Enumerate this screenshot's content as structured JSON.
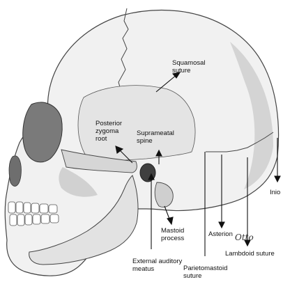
{
  "figure": {
    "artist_signature": "Otto",
    "colors": {
      "line": "#111111",
      "bone_fill": "#f1f1f1",
      "bone_shade": "#b5b5b5",
      "bone_dark": "#555555",
      "background": "#ffffff"
    },
    "labels": {
      "squamosal_suture": [
        "Squamosal",
        "suture"
      ],
      "posterior_zygoma_root": [
        "Posterior",
        "zygoma",
        "root"
      ],
      "suprameatal_spine": [
        "Suprameatal",
        "spine"
      ],
      "mastoid_process": [
        "Mastoid",
        "process"
      ],
      "external_auditory_meatus": [
        "External auditory",
        "meatus"
      ],
      "asterion": [
        "Asterion"
      ],
      "lambdoid_suture": [
        "Lambdoid suture"
      ],
      "parietomastoid_suture": [
        "Parietomastoid",
        "suture"
      ],
      "inion": [
        "Inio"
      ]
    }
  }
}
